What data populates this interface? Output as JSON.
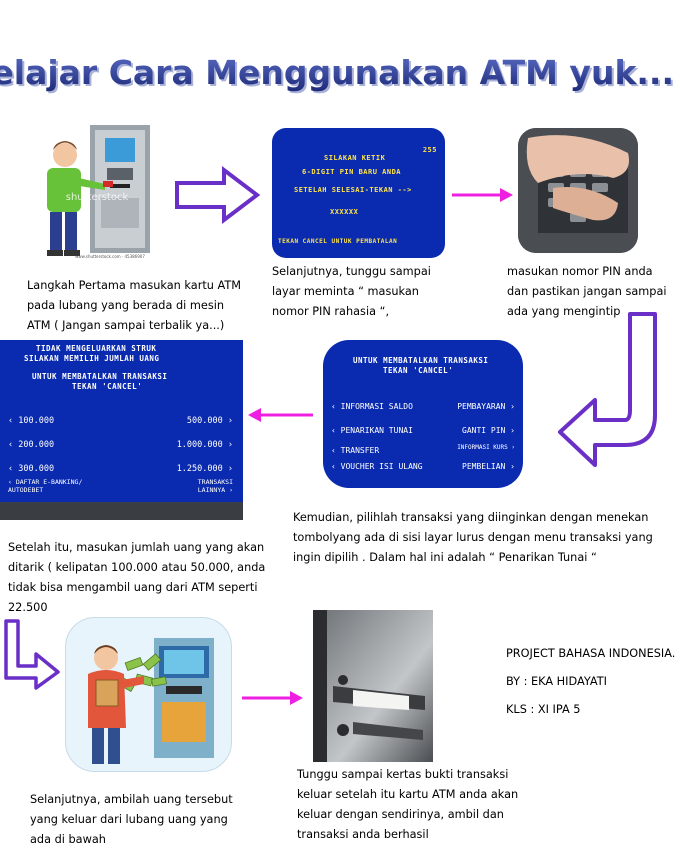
{
  "title": "Belajar Cara Menggunakan ATM yuk... :)",
  "step1": {
    "caption_lines": [
      "Langkah Pertama masukan kartu ATM",
      "pada lubang yang berada di mesin",
      "ATM ( Jangan sampai terbalik ya...)"
    ],
    "watermark": "shutterstock",
    "credit": "www.shutterstock.com · 45386907"
  },
  "step2": {
    "screen_lines": [
      "SILAKAN KETIK",
      "6-DIGIT PIN BARU ANDA",
      "SETELAH SELESAI-TEKAN -->",
      "XXXXXX",
      "TEKAN CANCEL UNTUK PEMBATALAN"
    ],
    "screen_code": "255",
    "caption_lines": [
      "Selanjutnya, tunggu sampai",
      "layar meminta “ masukan",
      "nomor PIN rahasia “,"
    ]
  },
  "step3": {
    "caption_lines": [
      "masukan nomor PIN anda",
      "dan pastikan jangan sampai",
      "ada yang mengintip"
    ]
  },
  "step4": {
    "screen_header": [
      "UNTUK MEMBATALKAN TRANSAKSI",
      "TEKAN 'CANCEL'"
    ],
    "menu_left": [
      "INFORMASI SALDO",
      "PENARIKAN TUNAI",
      "TRANSFER",
      "VOUCHER ISI ULANG"
    ],
    "menu_right": [
      "PEMBAYARAN",
      "GANTI PIN",
      "INFORMASI KURS",
      "PEMBELIAN"
    ],
    "caption_lines": [
      "Kemudian, pilihlah transaksi yang diinginkan dengan menekan",
      "tombolyang ada di sisi layar  lurus dengan menu transaksi yang",
      "ingin dipilih . Dalam hal ini adalah “ Penarikan Tunai “"
    ]
  },
  "step5": {
    "screen_header": [
      "TIDAK MENGELUARKAN STRUK",
      "SILAKAN MEMILIH JUMLAH UANG",
      "UNTUK MEMBATALKAN TRANSAKSI",
      "TEKAN 'CANCEL'"
    ],
    "amounts_left": [
      "100.000",
      "200.000",
      "300.000",
      "DAFTAR E-BANKING/ AUTODEBET"
    ],
    "amounts_right": [
      "500.000",
      "1.000.000",
      "1.250.000",
      "TRANSAKSI LAINNYA"
    ],
    "caption_lines": [
      "Setelah itu, masukan jumlah uang yang akan",
      "ditarik ( kelipatan 100.000 atau 50.000, anda",
      "tidak bisa mengambil uang dari ATM seperti",
      "22.500"
    ]
  },
  "step6": {
    "caption_lines": [
      "Selanjutnya, ambilah uang tersebut",
      "yang keluar dari lubang uang yang",
      "ada di bawah"
    ]
  },
  "step7": {
    "caption_lines": [
      "Tunggu sampai kertas bukti transaksi",
      "keluar setelah itu kartu ATM anda akan",
      "keluar dengan sendirinya, ambil dan",
      "transaksi anda berhasil"
    ]
  },
  "credits": {
    "project": "PROJECT BAHASA INDONESIA.",
    "by": "BY   : EKA HIDAYATI",
    "class": "KLS : XI IPA 5"
  },
  "colors": {
    "title_fill": "#2c3d97",
    "title_shadow": "#9aa3c9",
    "screen_blue": "#0a2bb0",
    "arrow_purple": "#6a2fc7",
    "arrow_pink": "#ee1fe0"
  }
}
